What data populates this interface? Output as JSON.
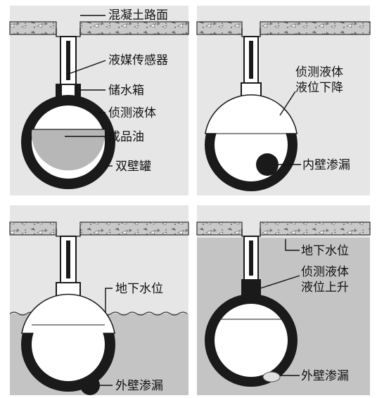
{
  "colors": {
    "panel_bg": "#e7e7e7",
    "ground_water": "#c4c4c4",
    "ink": "#1a1a1a",
    "oil": "#b7b7b7",
    "road": "#bdbdbd"
  },
  "panels": {
    "p1": {
      "road_label": "混凝土路面",
      "sensor_label": "液媒传感器",
      "tank_label": "储水箱",
      "fluid_label": "侦测液体",
      "oil_label": "成品油",
      "wall_label": "双壁罐"
    },
    "p2": {
      "drop_line1": "侦测液体",
      "drop_line2": "液位下降",
      "leak_label": "内壁渗漏"
    },
    "p3": {
      "water_label": "地下水位",
      "leak_label": "外壁渗漏"
    },
    "p4": {
      "water_label": "地下水位",
      "rise_line1": "侦测液体",
      "rise_line2": "液位上升",
      "leak_label": "外壁渗漏"
    }
  }
}
